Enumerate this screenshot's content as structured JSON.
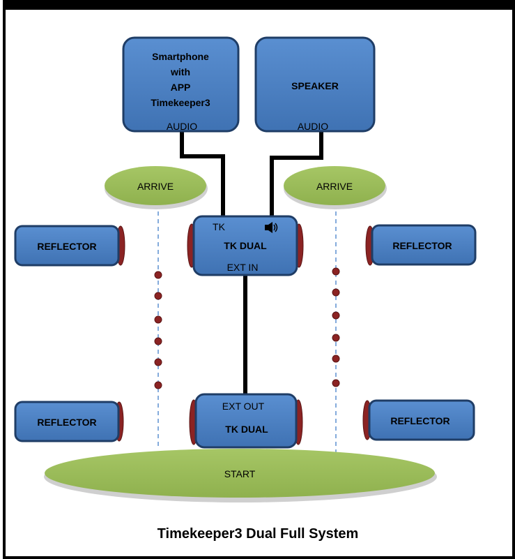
{
  "colors": {
    "box_fill": "#4a7fc1",
    "box_stroke": "#1f3d66",
    "ellipse_fill": "#9bbb59",
    "cap_fill": "#8b2323",
    "wire": "#000000",
    "dashed": "#4a7fc1"
  },
  "smartphone": {
    "line1": "Smartphone",
    "line2": "with",
    "line3": "APP",
    "line4": "Timekeeper3",
    "port": "AUDIO"
  },
  "speaker": {
    "label": "SPEAKER",
    "port": "AUDIO"
  },
  "arrive_left": {
    "label": "ARRIVE"
  },
  "arrive_right": {
    "label": "ARRIVE"
  },
  "tk_dual_top": {
    "port_top": "TK",
    "label": "TK DUAL",
    "port_bottom": "EXT IN",
    "icon": "speaker-icon"
  },
  "tk_dual_bottom": {
    "port_top": "EXT OUT",
    "label": "TK DUAL"
  },
  "reflectors": {
    "top_left": "REFLECTOR",
    "top_right": "REFLECTOR",
    "bottom_left": "REFLECTOR",
    "bottom_right": "REFLECTOR"
  },
  "start": {
    "label": "START"
  },
  "caption": "Timekeeper3 Dual Full System"
}
